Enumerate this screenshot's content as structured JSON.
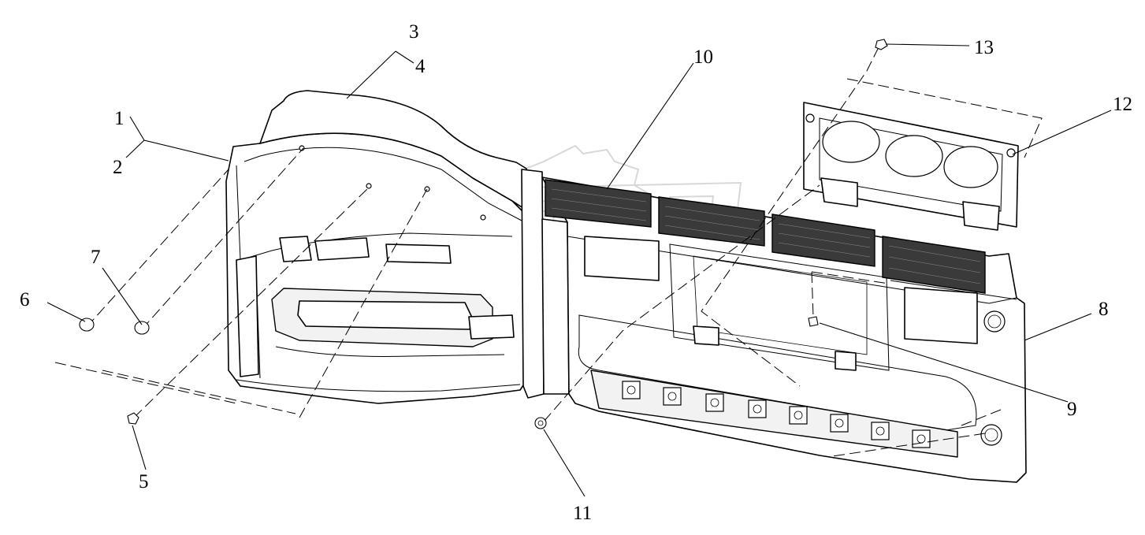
{
  "diagram": {
    "callouts": [
      "1",
      "2",
      "3",
      "4",
      "5",
      "6",
      "7",
      "8",
      "9",
      "10",
      "11",
      "12",
      "13"
    ]
  }
}
